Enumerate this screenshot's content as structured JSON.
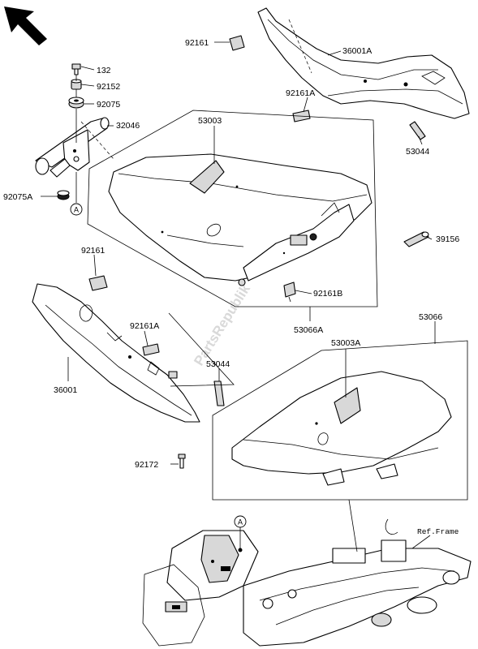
{
  "labels": {
    "p92161_top": "92161",
    "p36001A": "36001A",
    "p132": "132",
    "p92152": "92152",
    "p92075": "92075",
    "p32046": "32046",
    "p92075A": "92075A",
    "p53003": "53003",
    "p92161A_top": "92161A",
    "p53044_top": "53044",
    "p39156": "39156",
    "p92161_mid": "92161",
    "p92161B": "92161B",
    "p53066A": "53066A",
    "p92161A_mid": "92161A",
    "p53044_mid": "53044",
    "p53066": "53066",
    "p36001": "36001",
    "p53003A": "53003A",
    "p92172": "92172",
    "ref_frame": "Ref.Frame"
  },
  "callouts": {
    "a_upper": "A",
    "a_lower": "A"
  },
  "watermark": "PartsRepublik",
  "icons": {
    "direction": "arrow-up-left-icon"
  }
}
